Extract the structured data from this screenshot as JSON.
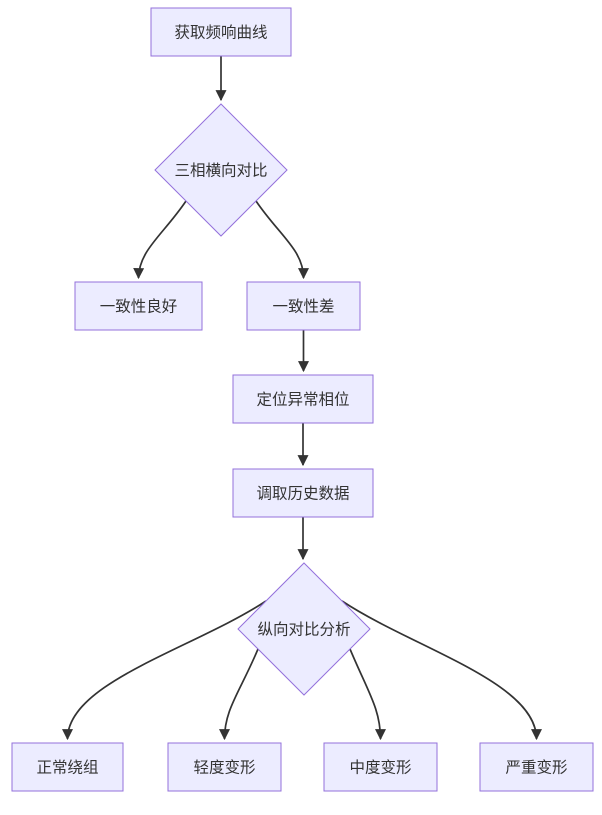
{
  "diagram": {
    "type": "flowchart",
    "direction": "top-down",
    "colors": {
      "background": "#ffffff",
      "node_fill": "#ECECFF",
      "node_border": "#9370DB",
      "edge": "#333333",
      "text": "#333333"
    },
    "nodes": [
      {
        "id": "acquire-curve",
        "shape": "rect",
        "label": "获取频响曲线"
      },
      {
        "id": "three-phase-compare",
        "shape": "diamond",
        "label": "三相横向对比"
      },
      {
        "id": "good-consistency",
        "shape": "rect",
        "label": "一致性良好"
      },
      {
        "id": "poor-consistency",
        "shape": "rect",
        "label": "一致性差"
      },
      {
        "id": "locate-abnormal-phase",
        "shape": "rect",
        "label": "定位异常相位"
      },
      {
        "id": "fetch-history-data",
        "shape": "rect",
        "label": "调取历史数据"
      },
      {
        "id": "vertical-compare-analysis",
        "shape": "diamond",
        "label": "纵向对比分析"
      },
      {
        "id": "normal-winding",
        "shape": "rect",
        "label": "正常绕组"
      },
      {
        "id": "mild-deformation",
        "shape": "rect",
        "label": "轻度变形"
      },
      {
        "id": "moderate-deformation",
        "shape": "rect",
        "label": "中度变形"
      },
      {
        "id": "severe-deformation",
        "shape": "rect",
        "label": "严重变形"
      }
    ],
    "edges": [
      {
        "from": "acquire-curve",
        "to": "three-phase-compare"
      },
      {
        "from": "three-phase-compare",
        "to": "good-consistency"
      },
      {
        "from": "three-phase-compare",
        "to": "poor-consistency"
      },
      {
        "from": "poor-consistency",
        "to": "locate-abnormal-phase"
      },
      {
        "from": "locate-abnormal-phase",
        "to": "fetch-history-data"
      },
      {
        "from": "fetch-history-data",
        "to": "vertical-compare-analysis"
      },
      {
        "from": "vertical-compare-analysis",
        "to": "normal-winding"
      },
      {
        "from": "vertical-compare-analysis",
        "to": "mild-deformation"
      },
      {
        "from": "vertical-compare-analysis",
        "to": "moderate-deformation"
      },
      {
        "from": "vertical-compare-analysis",
        "to": "severe-deformation"
      }
    ]
  }
}
